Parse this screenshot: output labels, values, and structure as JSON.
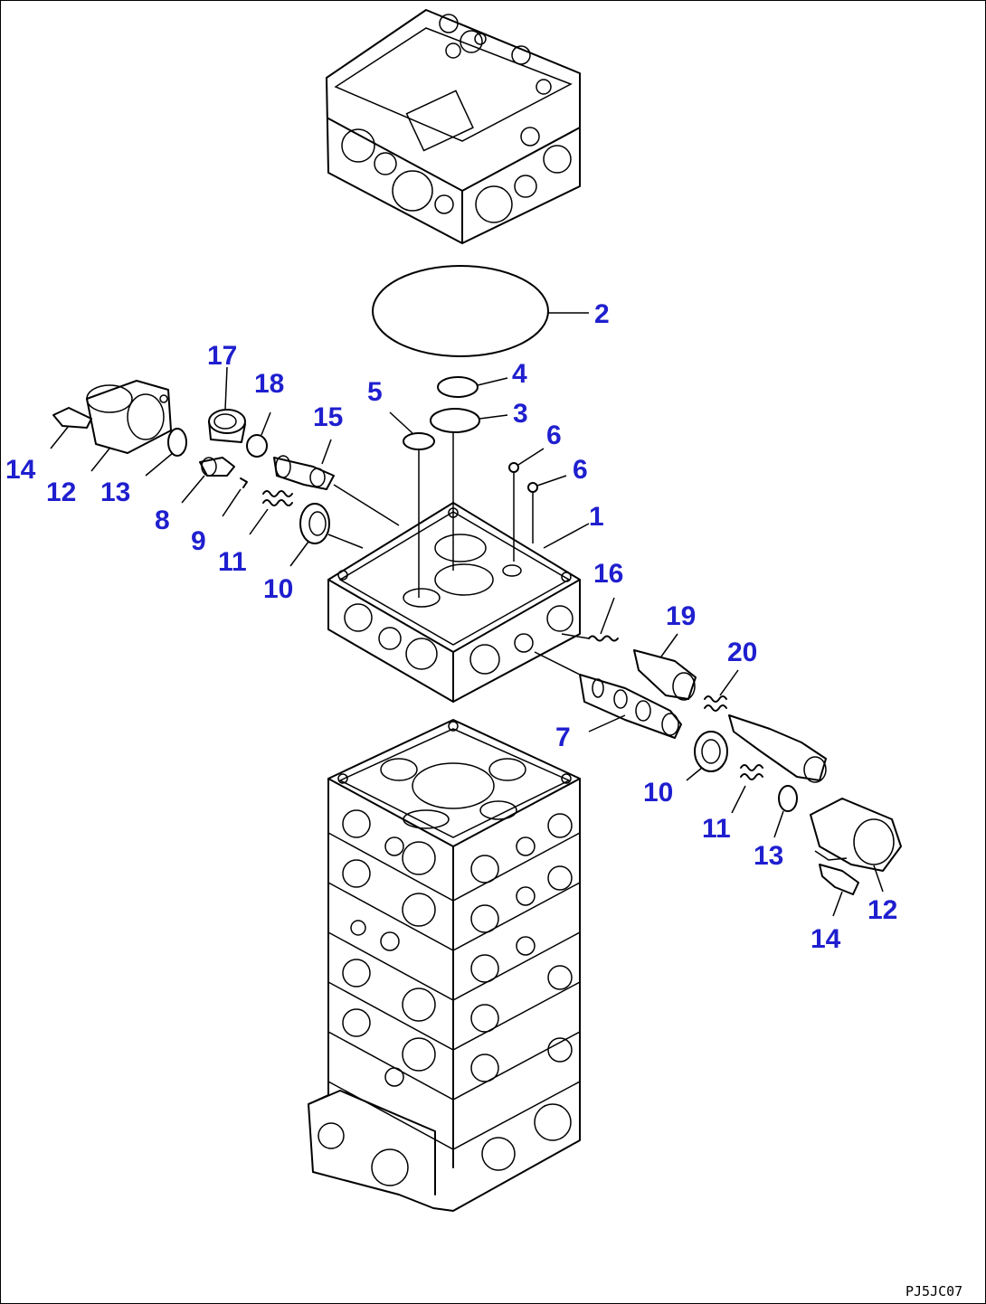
{
  "labels": {
    "l1": "1",
    "l2": "2",
    "l3": "3",
    "l4": "4",
    "l5": "5",
    "l6a": "6",
    "l6b": "6",
    "l7": "7",
    "l8": "8",
    "l9": "9",
    "l10a": "10",
    "l10b": "10",
    "l11a": "11",
    "l11b": "11",
    "l12a": "12",
    "l12b": "12",
    "l13a": "13",
    "l13b": "13",
    "l14a": "14",
    "l14b": "14",
    "l15": "15",
    "l16": "16",
    "l17": "17",
    "l18": "18",
    "l19": "19",
    "l20": "20"
  },
  "drawing_code": "PJ5JC07",
  "colors": {
    "label": "#1f1fcf",
    "line": "#000000"
  }
}
